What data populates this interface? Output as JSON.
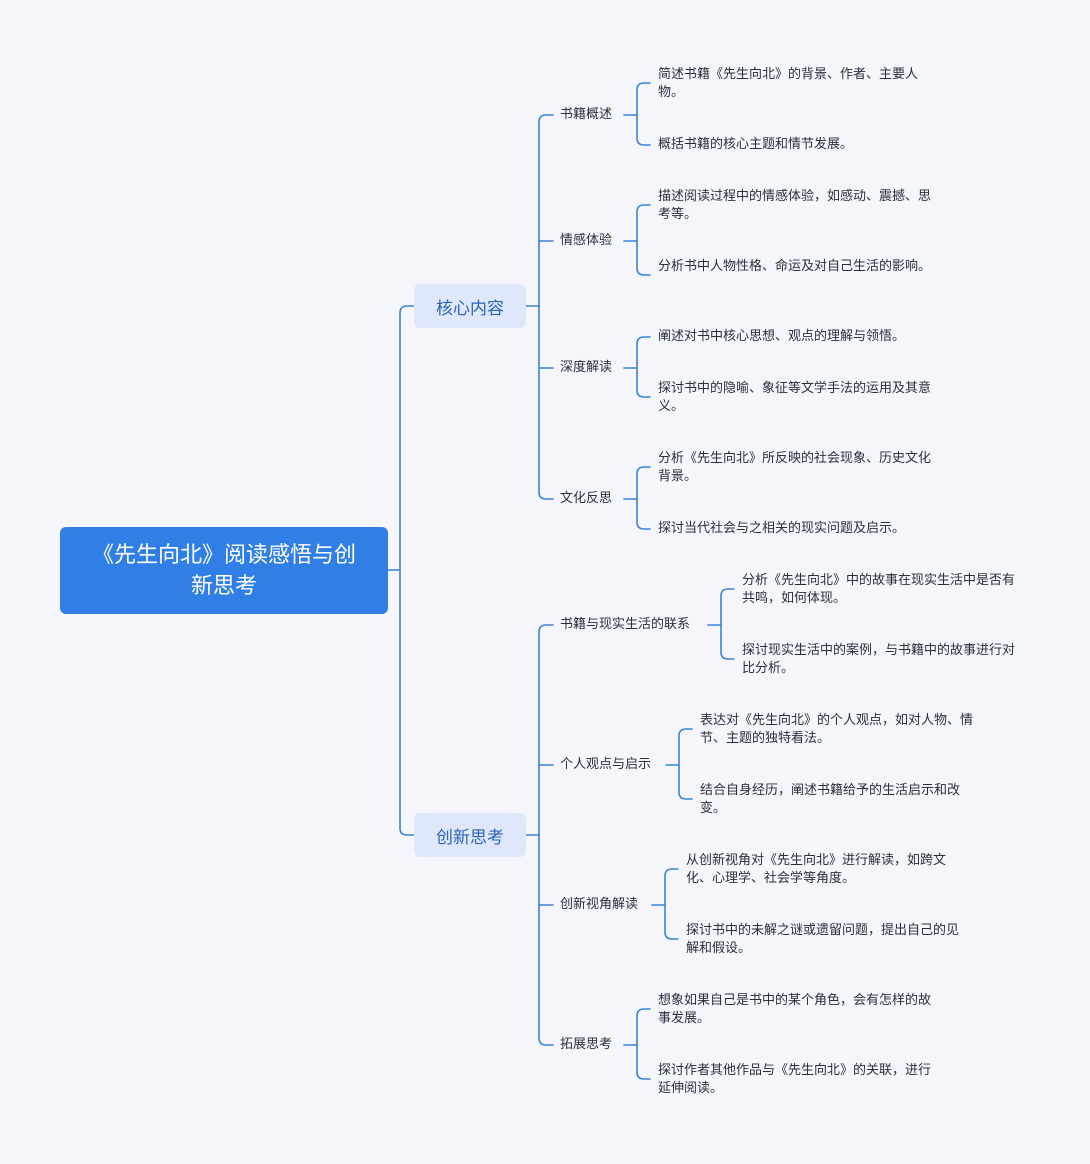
{
  "root": {
    "title": "《先生向北》阅读感悟与创新思考"
  },
  "colors": {
    "line": "#3b82d6",
    "root_bg": "#2f7fe6",
    "branch_bg": "#dfe8fa",
    "background": "#f4f6fc"
  },
  "branches": [
    {
      "label": "核心内容",
      "children": [
        {
          "label": "书籍概述",
          "items": [
            "简述书籍《先生向北》的背景、作者、主要人物。",
            "概括书籍的核心主题和情节发展。"
          ]
        },
        {
          "label": "情感体验",
          "items": [
            "描述阅读过程中的情感体验，如感动、震撼、思考等。",
            "分析书中人物性格、命运及对自己生活的影响。"
          ]
        },
        {
          "label": "深度解读",
          "items": [
            "阐述对书中核心思想、观点的理解与领悟。",
            "探讨书中的隐喻、象征等文学手法的运用及其意义。"
          ]
        },
        {
          "label": "文化反思",
          "items": [
            "分析《先生向北》所反映的社会现象、历史文化背景。",
            "探讨当代社会与之相关的现实问题及启示。"
          ]
        }
      ]
    },
    {
      "label": "创新思考",
      "children": [
        {
          "label": "书籍与现实生活的联系",
          "items": [
            "分析《先生向北》中的故事在现实生活中是否有共鸣，如何体现。",
            "探讨现实生活中的案例，与书籍中的故事进行对比分析。"
          ]
        },
        {
          "label": "个人观点与启示",
          "items": [
            "表达对《先生向北》的个人观点，如对人物、情节、主题的独特看法。",
            "结合自身经历，阐述书籍给予的生活启示和改变。"
          ]
        },
        {
          "label": "创新视角解读",
          "items": [
            "从创新视角对《先生向北》进行解读，如跨文化、心理学、社会学等角度。",
            "探讨书中的未解之谜或遗留问题，提出自己的见解和假设。"
          ]
        },
        {
          "label": "拓展思考",
          "items": [
            "想象如果自己是书中的某个角色，会有怎样的故事发展。",
            "探讨作者其他作品与《先生向北》的关联，进行延伸阅读。"
          ]
        }
      ]
    }
  ]
}
